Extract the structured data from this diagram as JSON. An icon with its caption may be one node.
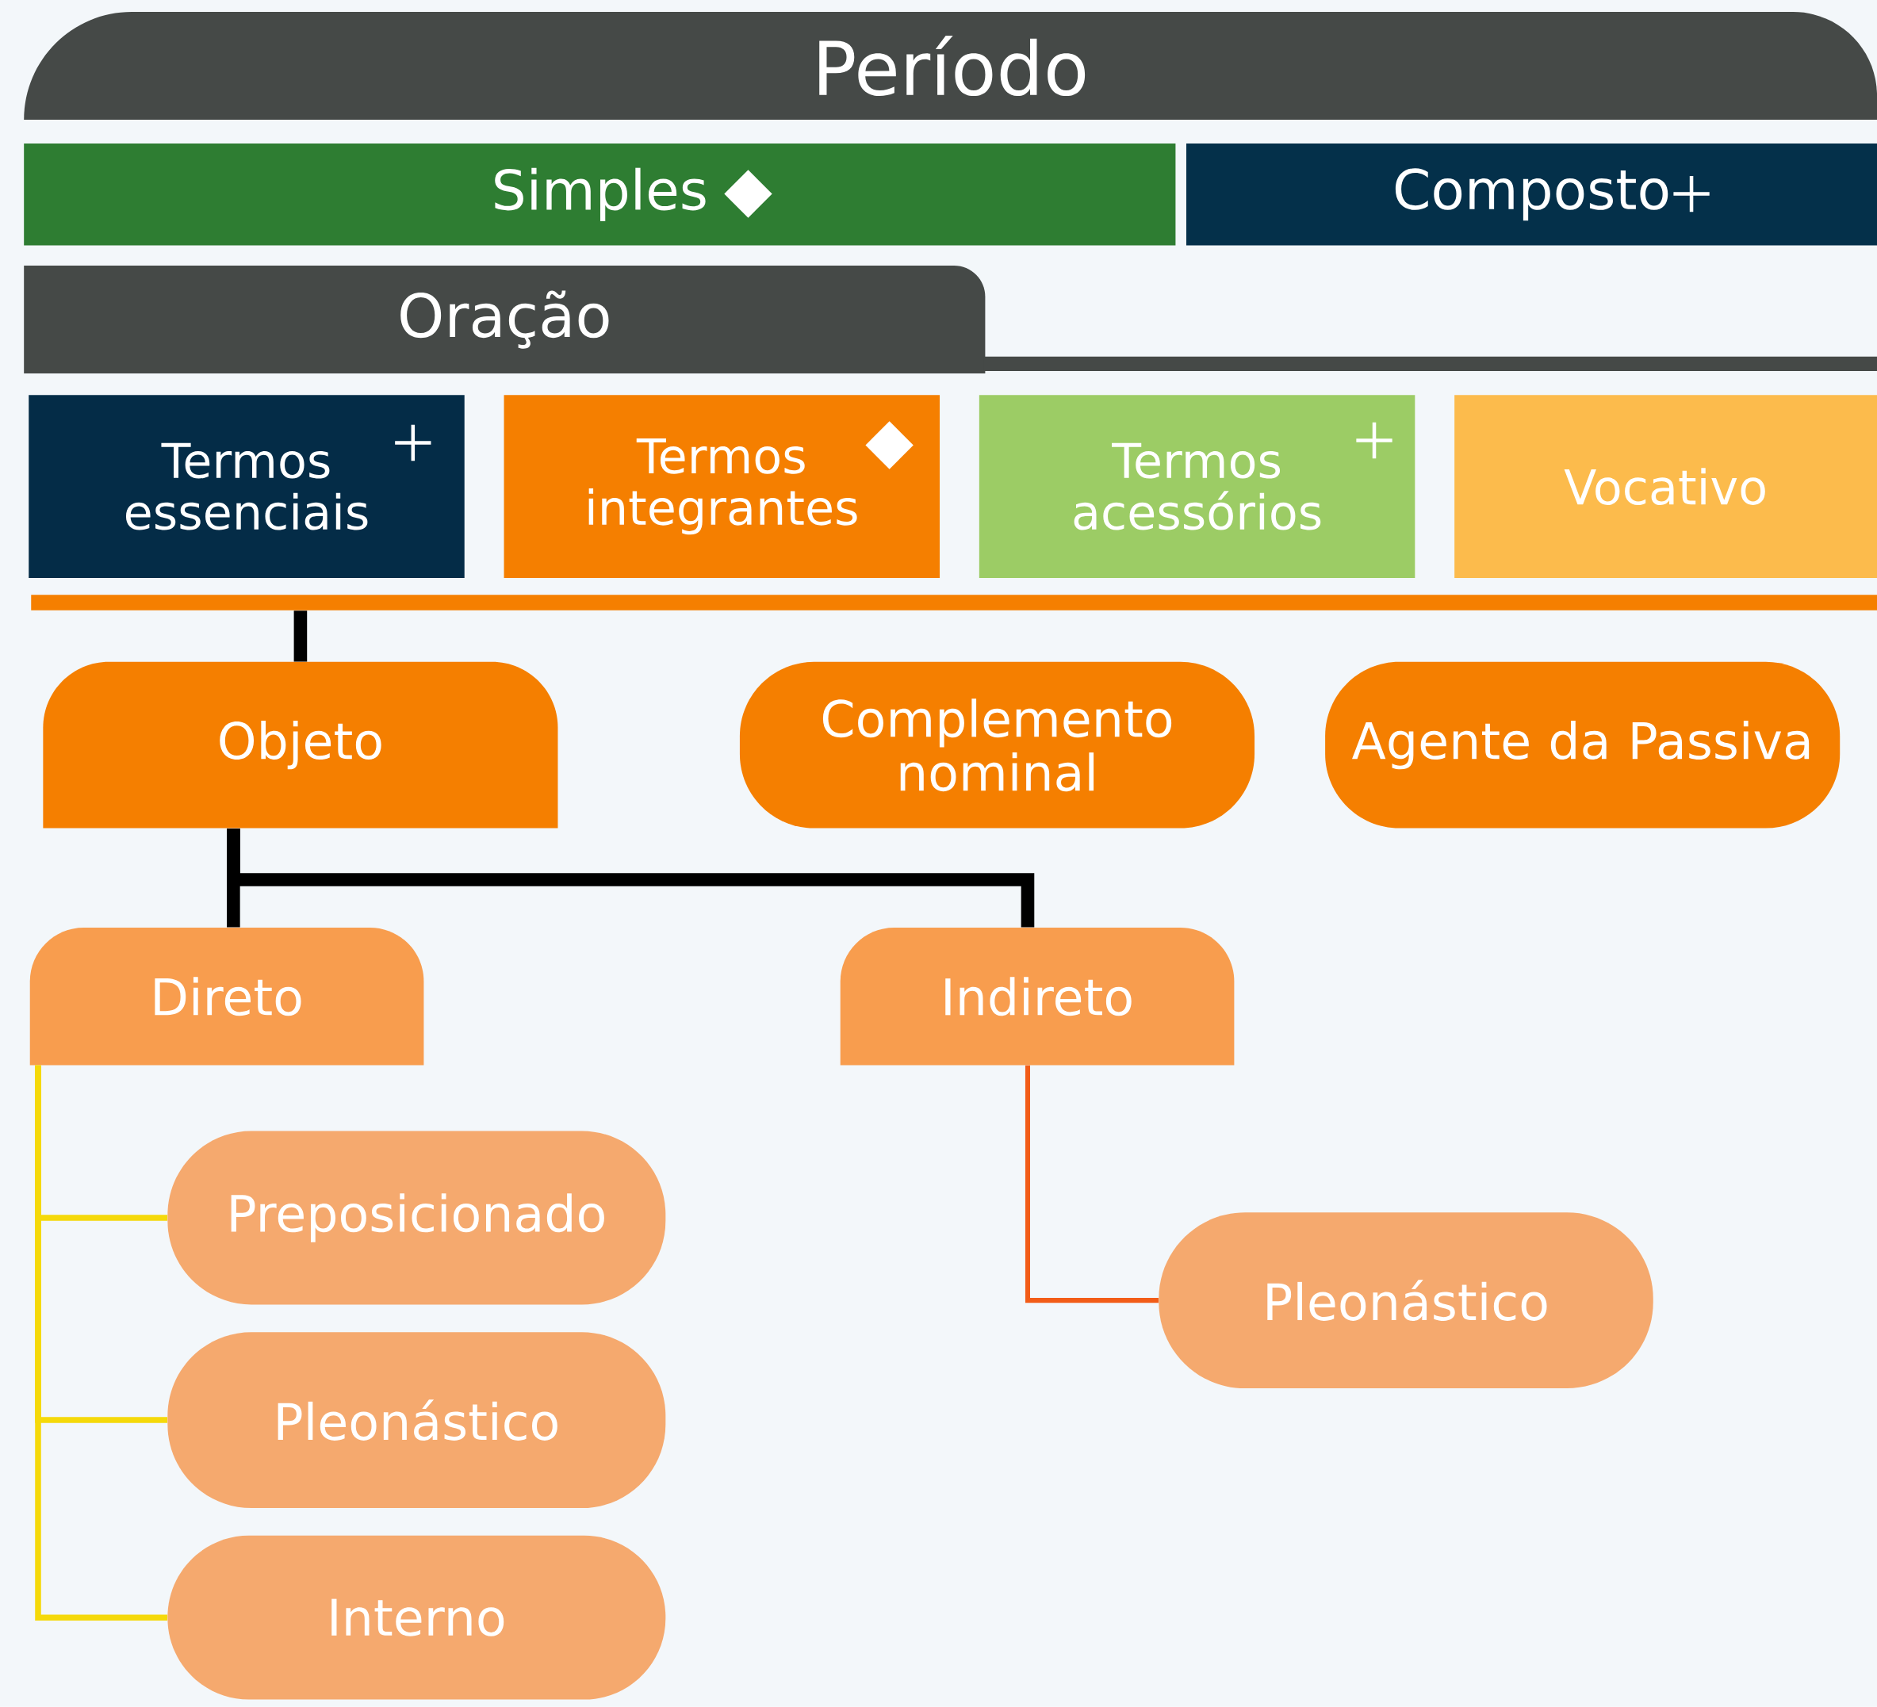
{
  "diagram": {
    "nodes": [
      {
        "text": [
          "Período"
        ]
      },
      {
        "text": [
          "Simples"
        ]
      },
      {
        "text": [
          "Composto"
        ]
      },
      {
        "text": [
          "Oração"
        ]
      },
      {
        "text": [
          "Termos essenciais"
        ]
      },
      {
        "text": [
          "Termos integrantes"
        ]
      },
      {
        "text": [
          "Termos acessórios"
        ]
      },
      {
        "text": [
          "Vocativo"
        ]
      },
      {
        "text": [],
        "shape": "bar"
      },
      {
        "text": [
          "Objeto"
        ]
      },
      {
        "text": [
          "Complemento nominal"
        ]
      },
      {
        "text": [
          "Agente da Passiva"
        ]
      },
      {
        "text": [
          "Direto"
        ]
      },
      {
        "text": [
          "Indireto"
        ]
      },
      {
        "text": [
          "Preposicionado"
        ]
      },
      {
        "text": [
          "Pleonástico"
        ]
      },
      {
        "text": [
          "Interno"
        ]
      },
      {
        "text": [
          "Pleonástico"
        ]
      }
    ],
    "edges": [
      {
        "from": 8,
        "to": 9,
        "arrow": "none",
        "style": "thick",
        "color": "#000000"
      },
      {
        "from": 9,
        "to": 12,
        "arrow": "none",
        "style": "thick",
        "color": "#000000"
      },
      {
        "from": 9,
        "to": 13,
        "arrow": "none",
        "style": "thick",
        "color": "#000000"
      },
      {
        "from": 12,
        "to": 14,
        "arrow": "none",
        "color": "#f5d90a"
      },
      {
        "from": 12,
        "to": 15,
        "arrow": "none",
        "color": "#f5d90a"
      },
      {
        "from": 12,
        "to": 16,
        "arrow": "none",
        "color": "#f5d90a"
      },
      {
        "from": 13,
        "to": 17,
        "arrow": "none",
        "color": "#f25c17"
      }
    ]
  }
}
